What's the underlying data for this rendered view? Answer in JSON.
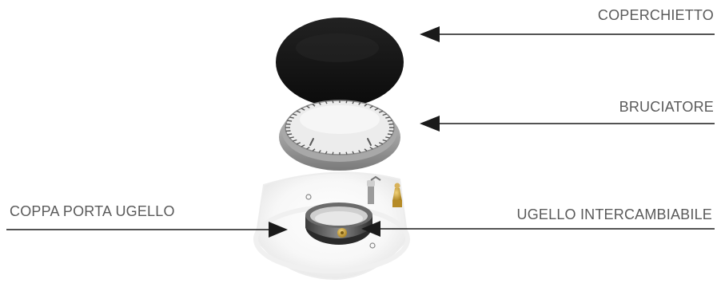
{
  "labels": {
    "coperchietto": "COPERCHIETTO",
    "bruciatore": "BRUCIATORE",
    "coppa": "COPPA PORTA UGELLO",
    "ugello": "UGELLO INTERCAMBIABILE"
  },
  "colors": {
    "text": "#5a5a5a",
    "leader": "#1a1a1a",
    "cap": "#141414",
    "burner_top": "#ececec",
    "burner_ring": "#9a9a9a",
    "brass": "#c9a23a"
  }
}
